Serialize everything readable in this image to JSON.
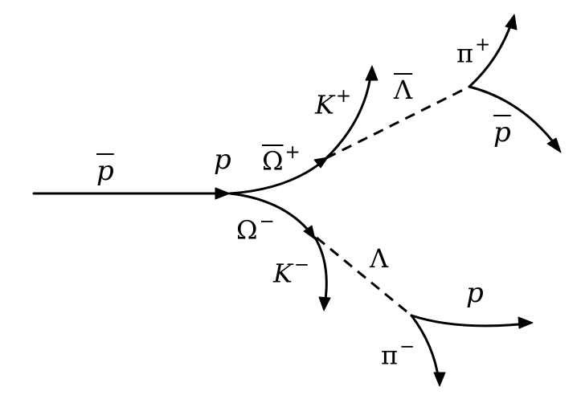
{
  "particles": {
    "beam_antiproton": {
      "symbol": "p",
      "overbar": true,
      "charge": ""
    },
    "target_proton": {
      "symbol": "p",
      "overbar": false,
      "charge": ""
    },
    "omega_plus_bar": {
      "symbol": "Ω",
      "overbar": true,
      "charge": "+"
    },
    "omega_minus": {
      "symbol": "Ω",
      "overbar": false,
      "charge": "−"
    },
    "kaon_plus": {
      "symbol": "K",
      "overbar": false,
      "charge": "+"
    },
    "kaon_minus": {
      "symbol": "K",
      "overbar": false,
      "charge": "−"
    },
    "lambda_bar": {
      "symbol": "Λ",
      "overbar": true,
      "charge": ""
    },
    "lambda": {
      "symbol": "Λ",
      "overbar": false,
      "charge": ""
    },
    "pion_plus": {
      "symbol": "π",
      "overbar": false,
      "charge": "+"
    },
    "pion_minus": {
      "symbol": "π",
      "overbar": false,
      "charge": "−"
    },
    "decay_antiproton": {
      "symbol": "p",
      "overbar": true,
      "charge": ""
    },
    "decay_proton": {
      "symbol": "p",
      "overbar": false,
      "charge": ""
    }
  }
}
